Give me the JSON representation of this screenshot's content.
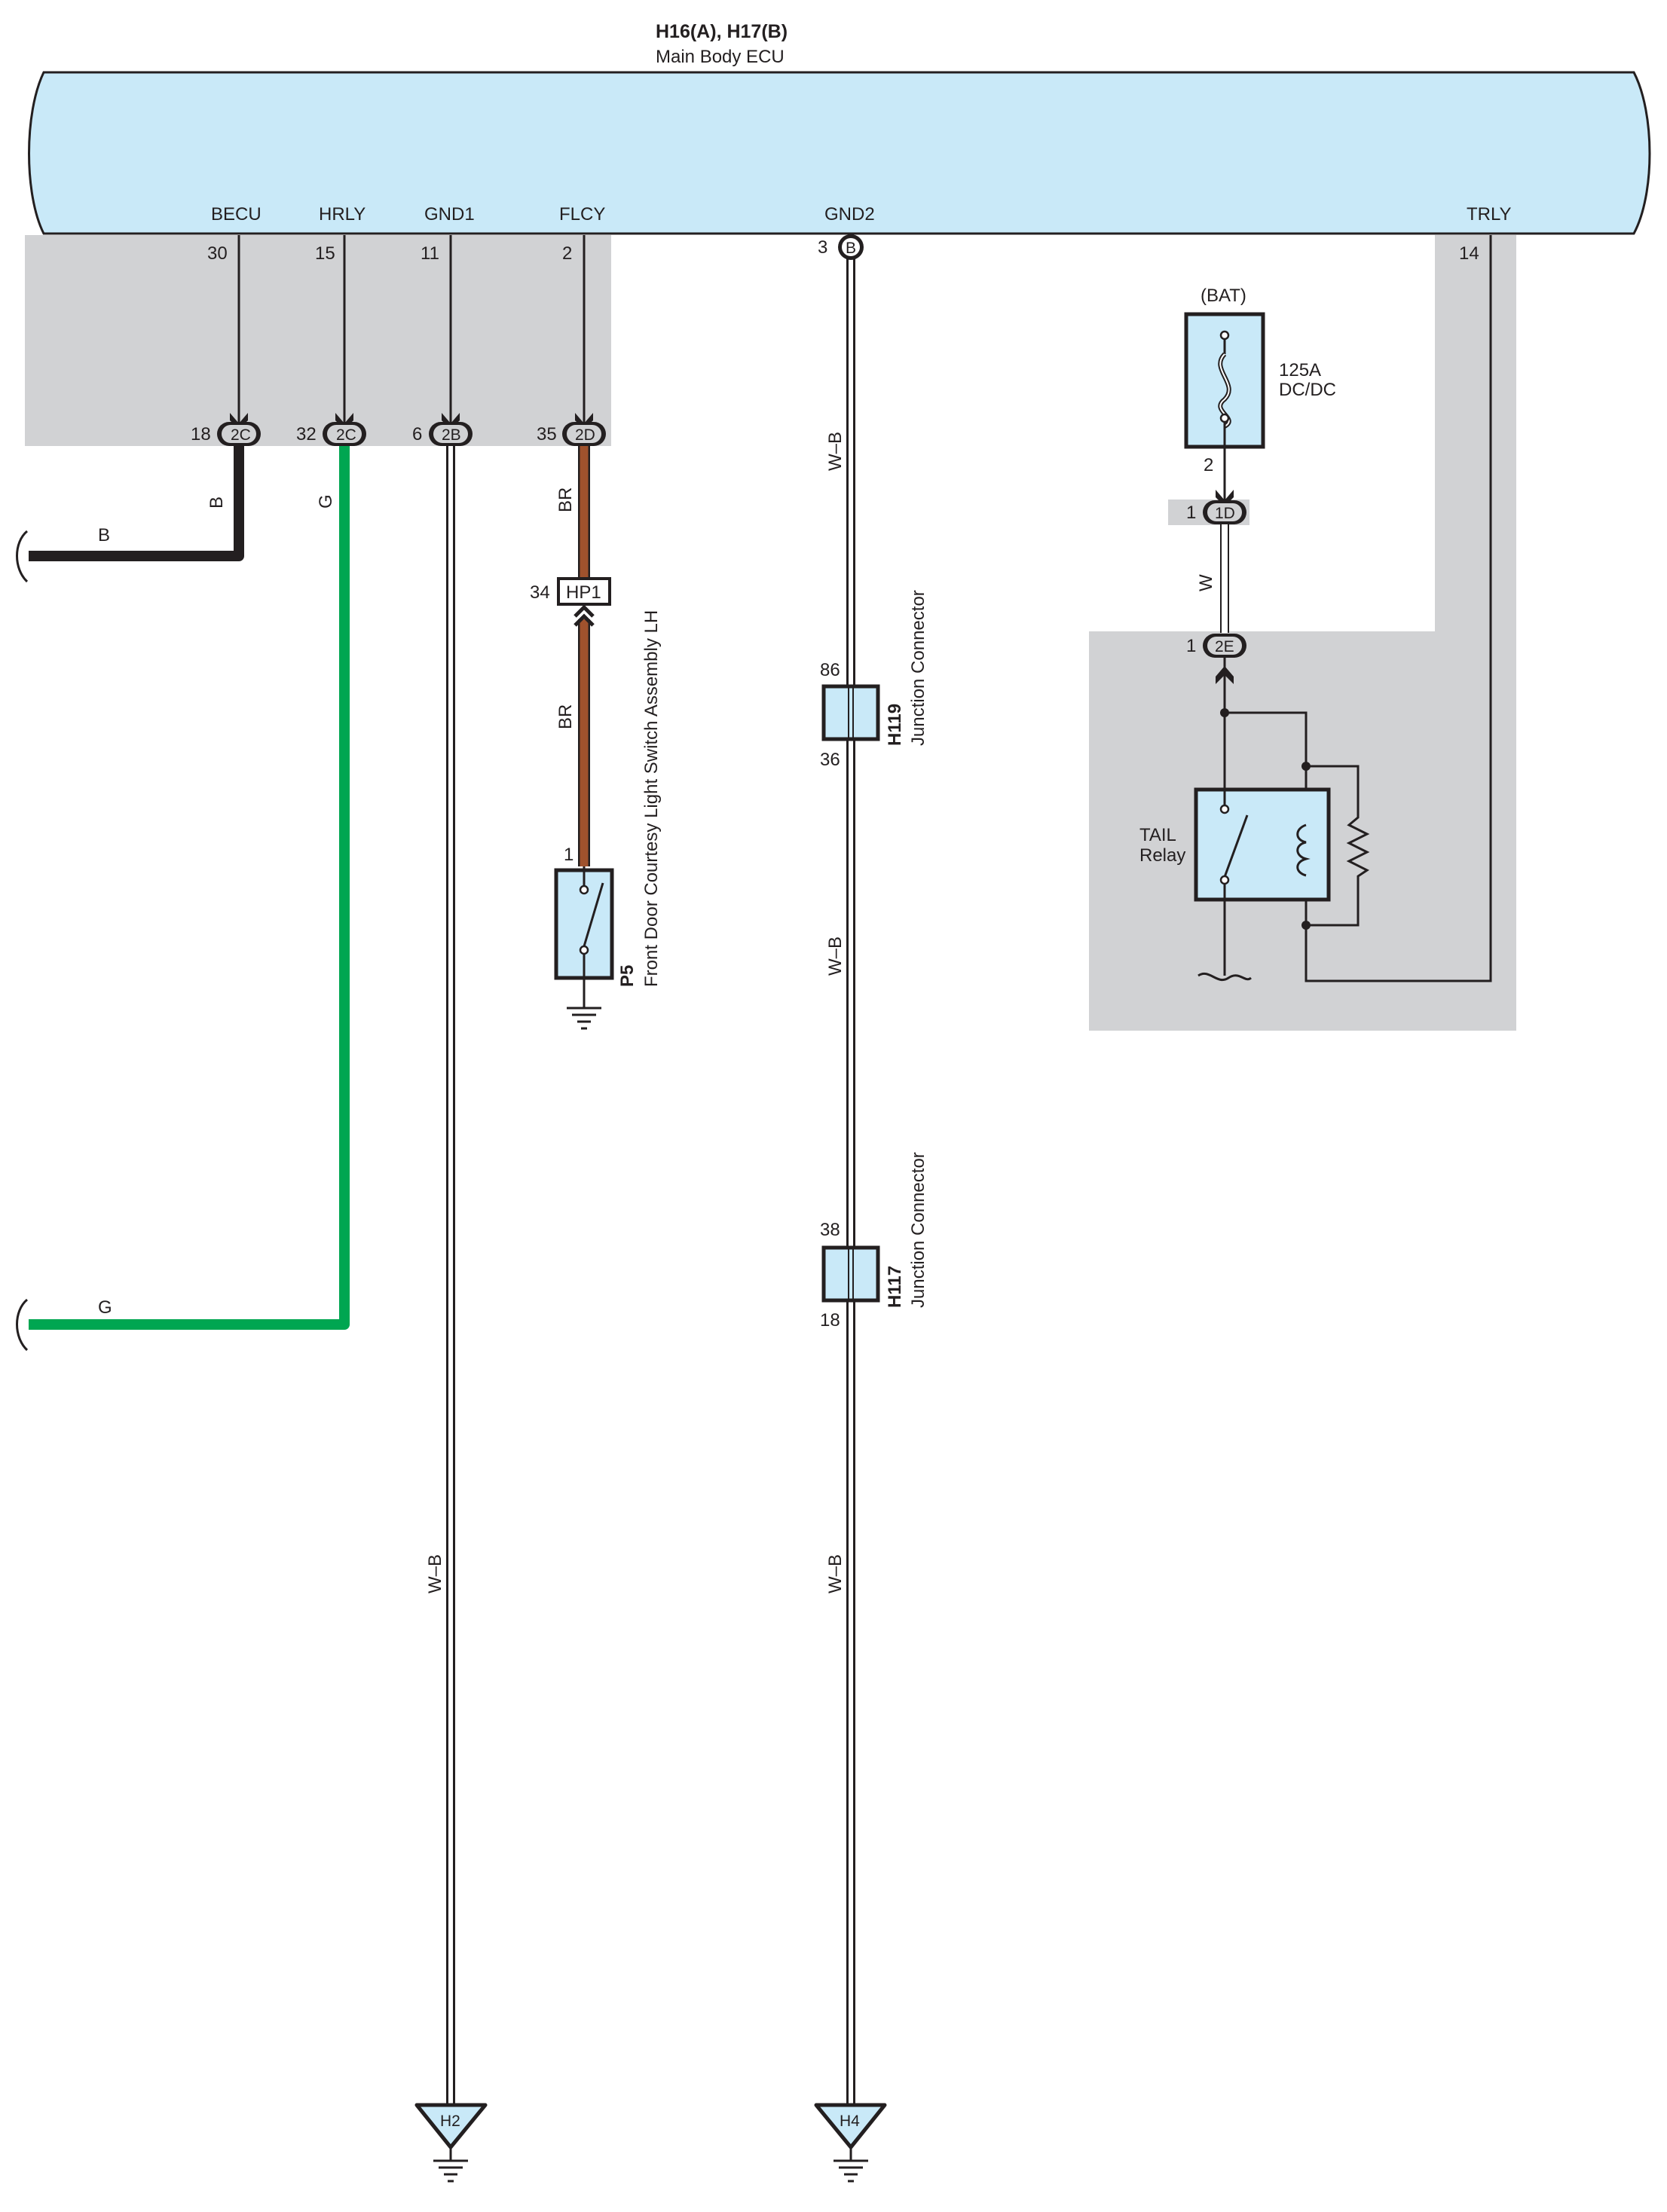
{
  "ecu": {
    "code": "H16(A), H17(B)",
    "name": "Main Body ECU",
    "terminals": {
      "becu": {
        "name": "BECU",
        "pin": "30"
      },
      "hrly": {
        "name": "HRLY",
        "pin": "15"
      },
      "gnd1": {
        "name": "GND1",
        "pin": "11"
      },
      "flcy": {
        "name": "FLCY",
        "pin": "2"
      },
      "gnd2": {
        "name": "GND2",
        "pin": "3",
        "connector": "B"
      },
      "trly": {
        "name": "TRLY",
        "pin": "14"
      }
    }
  },
  "junction_connectors": {
    "c1": {
      "id": "2C",
      "pin": "18"
    },
    "c2": {
      "id": "2C",
      "pin": "32"
    },
    "c3": {
      "id": "2B",
      "pin": "6"
    },
    "c4": {
      "id": "2D",
      "pin": "35"
    },
    "c5": {
      "id": "1D",
      "pin": "1"
    },
    "c6": {
      "id": "2E",
      "pin": "1"
    }
  },
  "wires": {
    "becu_color_vertical": "B",
    "becu_color_horizontal": "B",
    "hrly_color_vertical": "G",
    "hrly_color_horizontal": "G",
    "gnd1_color": "W–B",
    "flcy_color_upper": "BR",
    "flcy_color_lower": "BR",
    "gnd2_color_1": "W–B",
    "gnd2_color_2": "W–B",
    "gnd2_color_3": "W–B",
    "fuse_to_relay_color": "W"
  },
  "wire_colors_hex": {
    "B": "#231f20",
    "G": "#00a651",
    "BR": "#a0522d",
    "W": "#ffffff",
    "W-B": "#ffffff"
  },
  "hp1": {
    "id": "HP1",
    "pin": "34"
  },
  "switch_p5": {
    "part_no": "P5",
    "name": "Front Door Courtesy Light Switch Assembly LH",
    "pin": "1"
  },
  "h119": {
    "part_no": "H119",
    "name": "Junction Connector",
    "pin_top": "86",
    "pin_bottom": "36"
  },
  "h117": {
    "part_no": "H117",
    "name": "Junction Connector",
    "pin_top": "38",
    "pin_bottom": "18"
  },
  "fuse": {
    "source": "(BAT)",
    "rating": "125A",
    "name": "DC/DC",
    "pin": "2"
  },
  "relay": {
    "line1": "TAIL",
    "line2": "Relay"
  },
  "grounds": {
    "g1": "H2",
    "g2": "H4"
  },
  "colors": {
    "ecu_fill": "#c9e9f8",
    "junction_block": "#d1d2d4",
    "part_fill": "#c9e9f8"
  }
}
